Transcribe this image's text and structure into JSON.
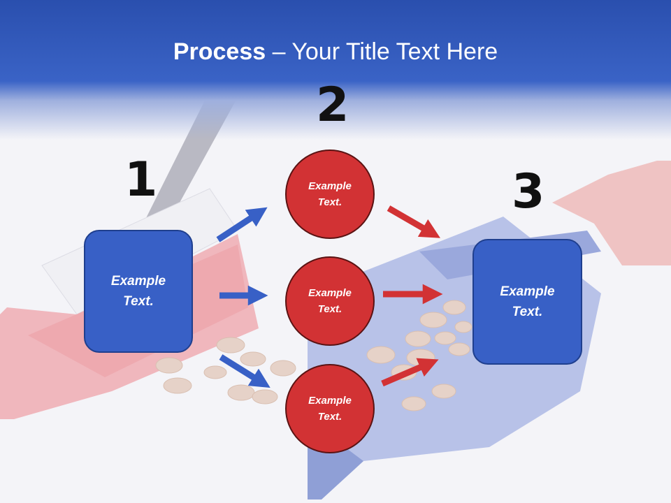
{
  "title": {
    "bold": "Process",
    "rest": " – Your Title Text Here"
  },
  "steps": {
    "one": "1",
    "two": "2",
    "three": "3"
  },
  "nodes": {
    "left_box": "Example\nText.",
    "circle_top": "Example\nText.",
    "circle_middle": "Example\nText.",
    "circle_bottom": "Example\nText.",
    "right_box": "Example\nText."
  },
  "colors": {
    "blue": "#3860c6",
    "red": "#d23234",
    "header": "#2a4fae"
  }
}
